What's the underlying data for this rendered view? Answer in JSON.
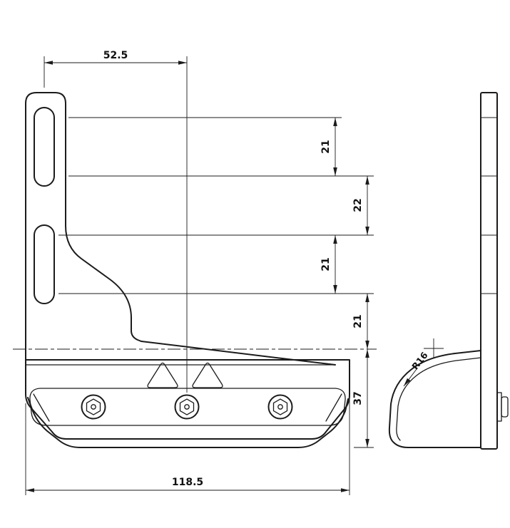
{
  "drawing": {
    "background_color": "#ffffff",
    "line_color": "#1b1b1b",
    "dimensions": {
      "top_width": {
        "label": "52.5"
      },
      "upper_slot_length": {
        "label": "21"
      },
      "slot_spacing": {
        "label": "22"
      },
      "lower_slot_length": {
        "label": "21"
      },
      "slot_to_centerline": {
        "label": "21"
      },
      "centerline_to_bottom": {
        "label": "37"
      },
      "overall_width": {
        "label": "118.5"
      },
      "bend_radius": {
        "label": "R16"
      }
    }
  }
}
